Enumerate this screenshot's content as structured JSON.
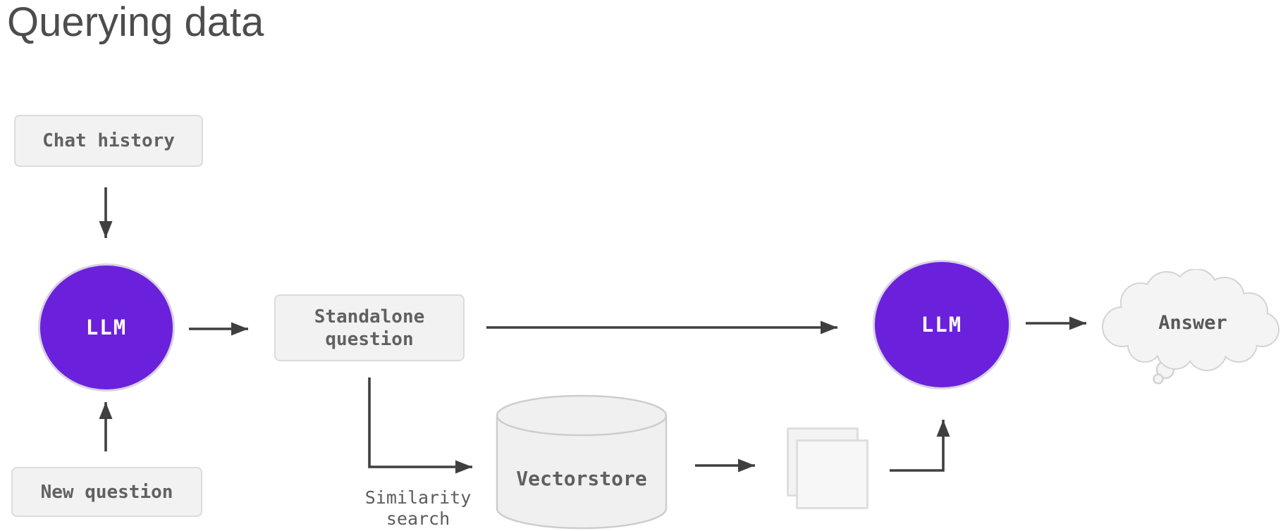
{
  "title": "Querying data",
  "colors": {
    "accent_purple": "#6b21db",
    "arrow_gray": "#3f3f3f",
    "box_fill": "#f2f2f2",
    "box_border": "#dcdcdc",
    "label_text": "#5f5f5f",
    "title_text": "#4d4d4d"
  },
  "nodes": {
    "chat_history": {
      "label": "Chat history"
    },
    "new_question": {
      "label": "New question"
    },
    "llm_input": {
      "label": "LLM"
    },
    "standalone_question": {
      "label": "Standalone question"
    },
    "vectorstore": {
      "label": "Vectorstore"
    },
    "llm_output": {
      "label": "LLM"
    },
    "answer": {
      "label": "Answer"
    }
  },
  "annotations": {
    "similarity_search": "Similarity search"
  }
}
